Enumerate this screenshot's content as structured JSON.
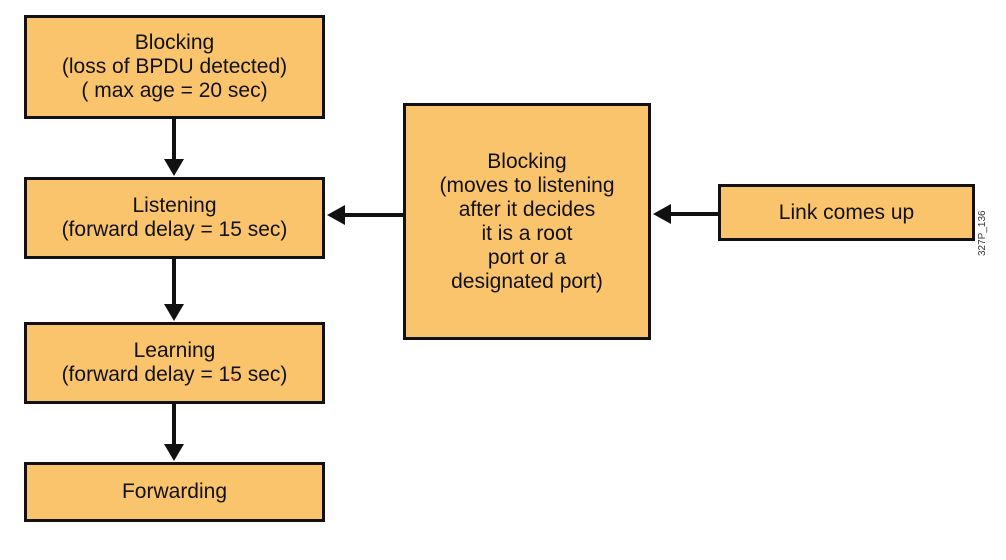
{
  "diagram": {
    "boxes": {
      "blocking_max_age": {
        "lines": [
          "Blocking",
          "(loss of BPDU detected)",
          "( max age = 20 sec)"
        ]
      },
      "listening": {
        "lines": [
          "Listening",
          "(forward delay = 15 sec)"
        ]
      },
      "learning": {
        "lines": [
          "Learning",
          "(forward delay = 15 sec)"
        ]
      },
      "forwarding": {
        "lines": [
          "Forwarding"
        ]
      },
      "blocking_decision": {
        "lines": [
          "Blocking",
          "(moves to listening",
          "after it decides",
          "it is a root",
          "port or a",
          "designated port)"
        ]
      },
      "link_up": {
        "lines": [
          "Link comes up"
        ]
      }
    },
    "figure_code": "327P_136",
    "colors": {
      "box_fill": "#f9c46b",
      "border": "#111111",
      "arrow": "#111111"
    }
  }
}
